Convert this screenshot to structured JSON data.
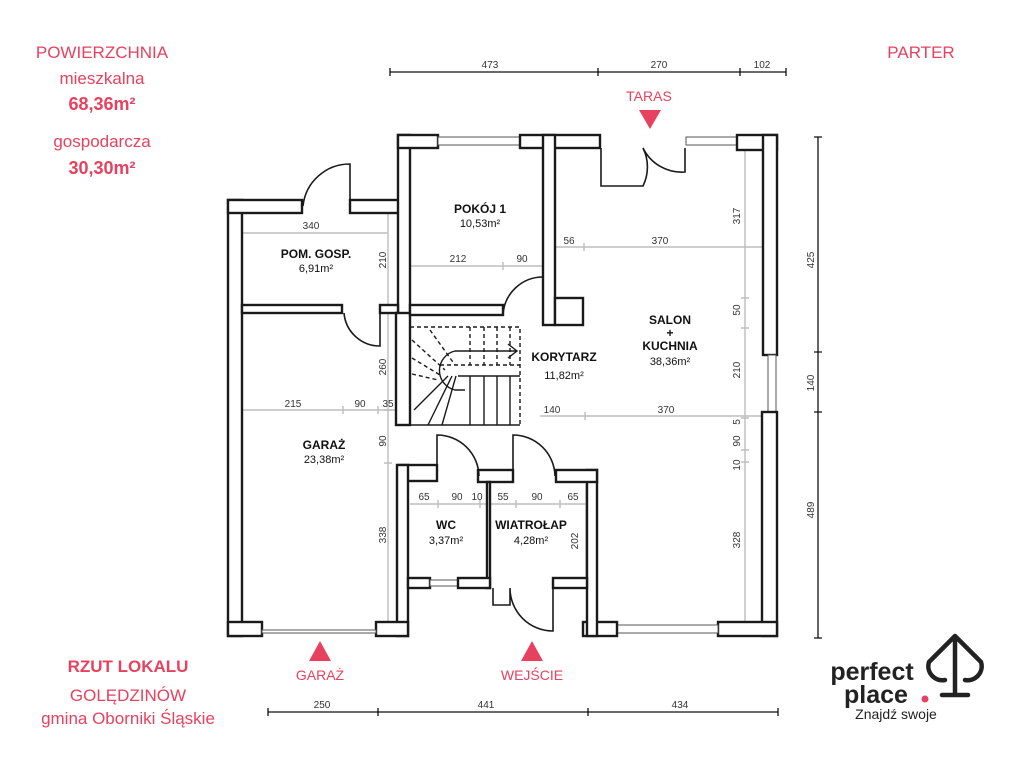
{
  "summary": {
    "title": "POWIERZCHNIA",
    "living_label": "mieszkalna",
    "living_value": "68,36m²",
    "utility_label": "gospodarcza",
    "utility_value": "30,30m²"
  },
  "floor_label": "PARTER",
  "footer": {
    "title": "RZUT LOKALU",
    "location": "GOLĘDZINÓW",
    "municipality": "gmina Oborniki Śląskie"
  },
  "markers": {
    "taras": "TARAS",
    "garaz": "GARAŻ",
    "wejscie": "WEJŚCIE"
  },
  "rooms": [
    {
      "name": "POM. GOSP.",
      "area": "6,91m²"
    },
    {
      "name": "POKÓJ 1",
      "area": "10,53m²"
    },
    {
      "name": "SALON",
      "plus": "+",
      "name2": "KUCHNIA",
      "area": "38,36m²"
    },
    {
      "name": "KORYTARZ",
      "area": "11,82m²"
    },
    {
      "name": "GARAŻ",
      "area": "23,38m²"
    },
    {
      "name": "WC",
      "area": "3,37m²"
    },
    {
      "name": "WIATROŁAP",
      "area": "4,28m²"
    }
  ],
  "dimensions": {
    "top": [
      "473",
      "270",
      "102"
    ],
    "bottom": [
      "250",
      "441",
      "434"
    ],
    "right": [
      "425",
      "140",
      "489"
    ],
    "interior": [
      "340",
      "210",
      "212",
      "90",
      "56",
      "370",
      "317",
      "50",
      "210",
      "5",
      "90",
      "10",
      "328",
      "140",
      "370",
      "215",
      "90",
      "35",
      "260",
      "90",
      "338",
      "65",
      "90",
      "10",
      "55",
      "90",
      "65",
      "202"
    ]
  },
  "logo": {
    "line1": "perfect",
    "line2": "place",
    "tagline": "Znajdź swoje"
  },
  "colors": {
    "accent": "#e8415f",
    "wall": "#1a1a1a",
    "dimension": "#bdbdbd"
  }
}
